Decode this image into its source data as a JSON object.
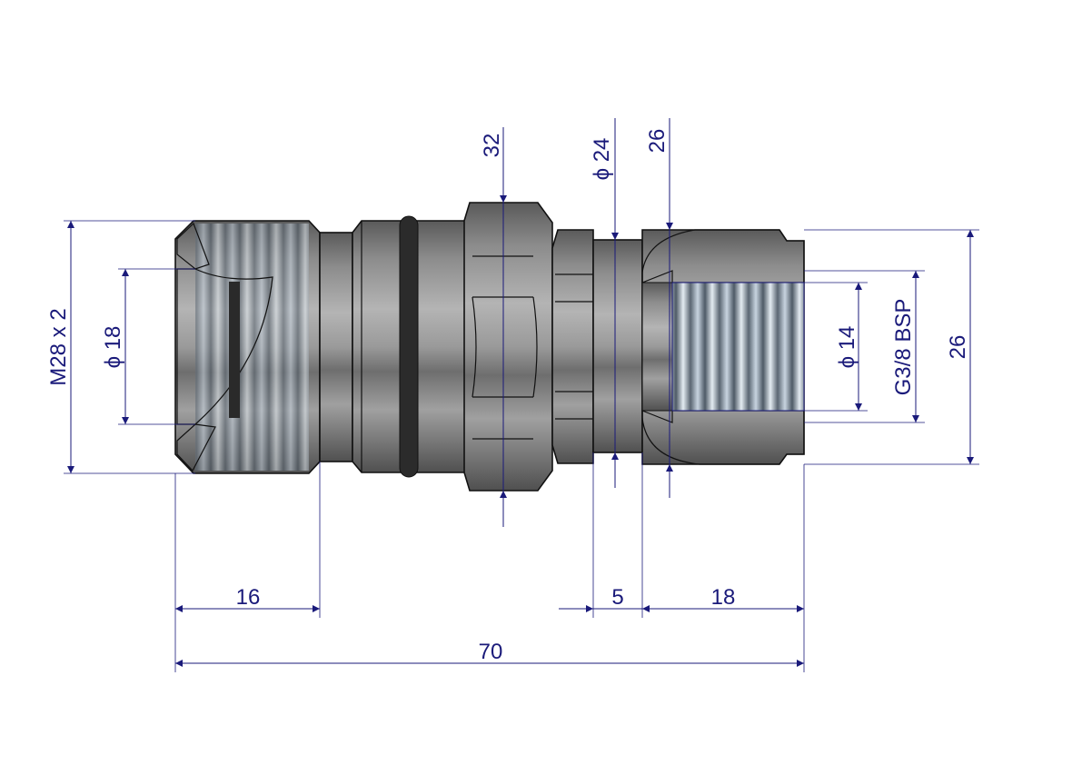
{
  "drawing": {
    "title": "Quick coupling with G3/8 BSP female nut",
    "dimensions": {
      "thread_m28": "M28  x 2",
      "bore_18": "ϕ 18",
      "hex_32": "32",
      "neck_24": "ϕ 24",
      "hex_26_top": "26",
      "bore_14": "ϕ 14",
      "thread_bsp": "G3/8  BSP",
      "nut_26": "26",
      "length_16": "16",
      "length_5": "5",
      "length_18": "18",
      "length_70": "70"
    },
    "colors": {
      "dimension": "#1a1a7a",
      "steel": "#8a8a8a"
    }
  }
}
